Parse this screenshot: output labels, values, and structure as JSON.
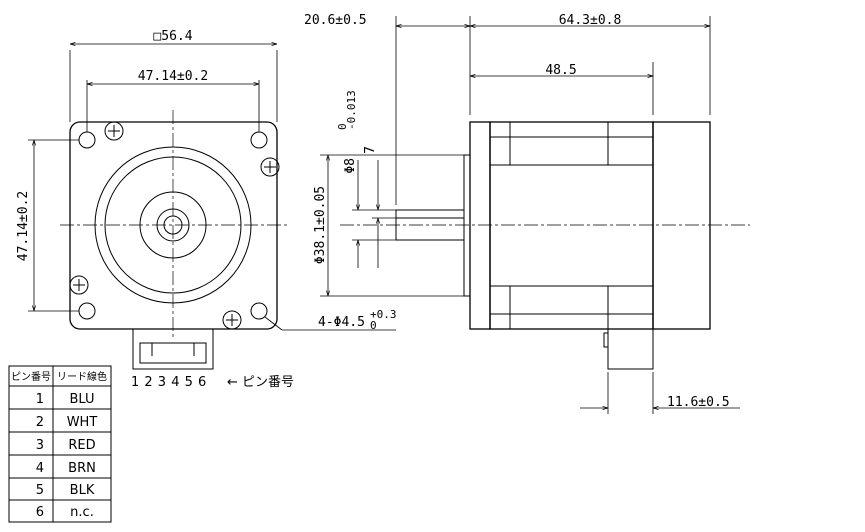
{
  "front_view": {
    "width_label": "□56.4",
    "hole_pitch_h": "47.14±0.2",
    "hole_pitch_v": "47.14±0.2",
    "mount_hole_label": "4-Φ4.5",
    "mount_hole_tol_upper": "+0.3",
    "mount_hole_tol_lower": "0",
    "pin_numbers": "1 2 3 4 5 6",
    "pin_label": "← ピン番号"
  },
  "side_view": {
    "shaft_len": "20.6±0.5",
    "body_len": "64.3±0.8",
    "frame_len": "48.5",
    "pilot_dia": "Φ38.1±0.05",
    "shaft_dia": "Φ8",
    "shaft_tol_upper": "0",
    "shaft_tol_lower": "-0.013",
    "flat_len": "7",
    "connector_len": "11.6±0.5"
  },
  "pin_table": {
    "header_pin": "ピン番号",
    "header_wire": "リード線色",
    "rows": [
      {
        "pin": "1",
        "color": "BLU"
      },
      {
        "pin": "2",
        "color": "WHT"
      },
      {
        "pin": "3",
        "color": "RED"
      },
      {
        "pin": "4",
        "color": "BRN"
      },
      {
        "pin": "5",
        "color": "BLK"
      },
      {
        "pin": "6",
        "color": "n.c."
      }
    ]
  }
}
